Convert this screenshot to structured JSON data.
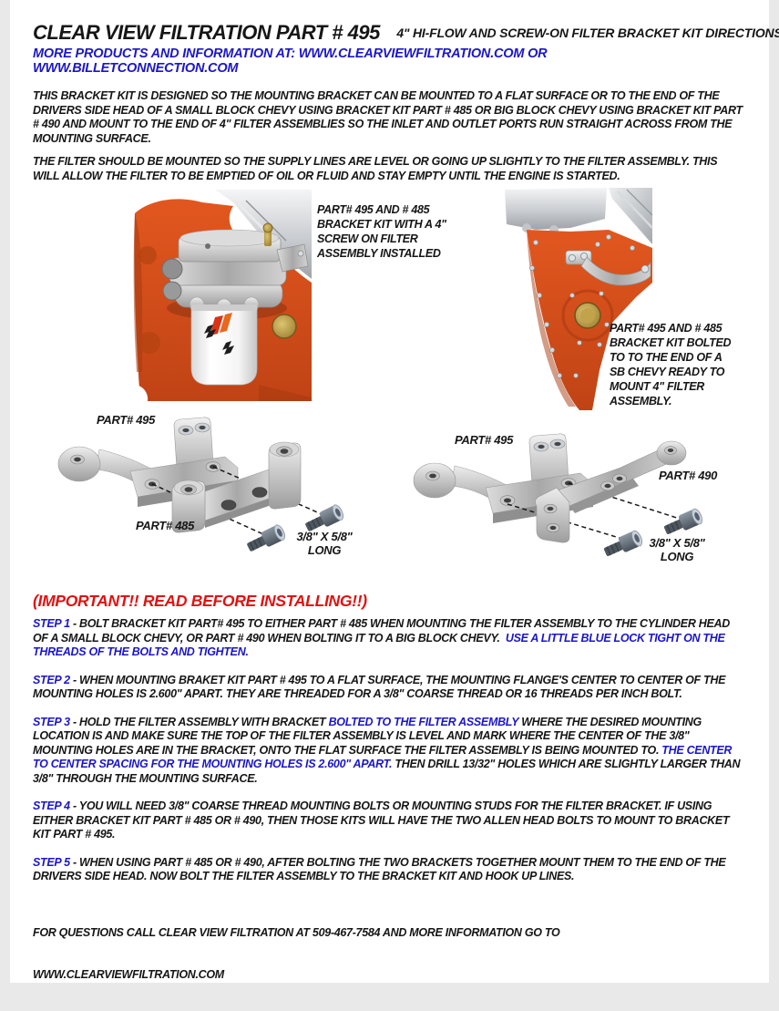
{
  "colors": {
    "blue": "#1b16c9",
    "red": "#df1212",
    "black": "#161616"
  },
  "header": {
    "title": "CLEAR VIEW FILTRATION PART # 495",
    "subtitle": "4\" HI-FLOW AND SCREW-ON FILTER BRACKET KIT DIRECTIONS",
    "promo": "MORE PRODUCTS AND INFORMATION AT: WWW.CLEARVIEWFILTRATION.COM OR WWW.BILLETCONNECTION.COM"
  },
  "intro": {
    "para1": "THIS BRACKET KIT IS DESIGNED SO THE MOUNTING BRACKET CAN BE MOUNTED TO A FLAT SURFACE OR TO THE END OF THE DRIVERS SIDE HEAD OF A SMALL BLOCK CHEVY USING BRACKET KIT PART # 485 OR BIG BLOCK CHEVY USING BRACKET KIT PART # 490 AND MOUNT TO THE END OF 4\" FILTER ASSEMBLIES SO THE INLET AND OUTLET PORTS RUN STRAIGHT ACROSS FROM THE MOUNTING SURFACE.",
    "para2": "THE FILTER SHOULD BE MOUNTED SO THE SUPPLY LINES ARE LEVEL OR GOING UP SLIGHTLY TO THE FILTER ASSEMBLY. THIS WILL ALLOW THE FILTER TO BE EMPTIED OF OIL OR FLUID AND STAY EMPTY UNTIL THE ENGINE IS STARTED."
  },
  "photos": {
    "caption1": "PART# 495 AND # 485 BRACKET KIT WITH A 4\" SCREW ON FILTER ASSEMBLY INSTALLED",
    "caption2": "PART# 495 AND # 485 BRACKET KIT BOLTED TO TO THE END OF A SB CHEVY READY TO MOUNT 4\" FILTER ASSEMBLY."
  },
  "diagrams": {
    "left": {
      "part_top": "PART# 495",
      "part_bottom": "PART# 485",
      "bolt_size": "3/8\" X 5/8\"",
      "bolt_size2": "LONG"
    },
    "right": {
      "part_top": "PART# 495",
      "part_side": "PART# 490",
      "bolt_size": "3/8\" X 5/8\"",
      "bolt_size2": "LONG"
    }
  },
  "important": "(IMPORTANT!! READ BEFORE INSTALLING!!)",
  "steps": [
    {
      "segments": [
        {
          "t": "STEP 1 ",
          "c": "blue"
        },
        {
          "t": "- BOLT BRACKET KIT PART# 495 TO EITHER PART # 485 WHEN MOUNTING THE FILTER ASSEMBLY TO THE CYLINDER HEAD OF A SMALL BLOCK CHEVY, OR PART # 490 WHEN BOLTING IT TO A BIG BLOCK CHEVY.  ",
          "c": "black"
        },
        {
          "t": "USE A LITTLE BLUE LOCK TIGHT ON THE THREADS OF THE BOLTS AND TIGHTEN.",
          "c": "blue"
        }
      ]
    },
    {
      "segments": [
        {
          "t": "STEP 2 ",
          "c": "blue"
        },
        {
          "t": "- WHEN MOUNTING BRAKET KIT PART # 495 TO A FLAT SURFACE, THE MOUNTING FLANGE'S CENTER TO CENTER OF THE MOUNTING HOLES IS 2.600\" APART. THEY ARE THREADED FOR A 3/8\" COARSE THREAD OR 16 THREADS PER INCH BOLT.",
          "c": "black"
        }
      ]
    },
    {
      "segments": [
        {
          "t": "STEP 3 ",
          "c": "blue"
        },
        {
          "t": "- HOLD THE FILTER ASSEMBLY WITH BRACKET ",
          "c": "black"
        },
        {
          "t": "BOLTED TO THE FILTER ASSEMBLY",
          "c": "blue"
        },
        {
          "t": " WHERE THE DESIRED MOUNTING LOCATION IS AND MAKE SURE THE TOP OF THE FILTER ASSEMBLY IS LEVEL AND MARK WHERE THE CENTER OF THE 3/8\" MOUNTING HOLES ARE IN THE BRACKET, ONTO THE FLAT SURFACE THE FILTER ASSEMBLY IS BEING MOUNTED TO. ",
          "c": "black"
        },
        {
          "t": "THE CENTER TO CENTER SPACING FOR THE MOUNTING HOLES IS 2.600\" APART.",
          "c": "blue"
        },
        {
          "t": " THEN DRILL 13/32\" HOLES WHICH ARE SLIGHTLY LARGER THAN 3/8\" THROUGH THE MOUNTING SURFACE.",
          "c": "black"
        }
      ]
    },
    {
      "segments": [
        {
          "t": "STEP 4 ",
          "c": "blue"
        },
        {
          "t": "- YOU WILL NEED 3/8\" COARSE THREAD MOUNTING BOLTS OR MOUNTING STUDS FOR THE FILTER BRACKET. IF USING EITHER BRACKET KIT PART # 485 OR # 490, THEN THOSE KITS WILL HAVE THE TWO ALLEN HEAD BOLTS TO MOUNT TO BRACKET KIT PART # 495.",
          "c": "black"
        }
      ]
    },
    {
      "segments": [
        {
          "t": "STEP 5 ",
          "c": "blue"
        },
        {
          "t": "- WHEN USING PART # 485 OR # 490, AFTER BOLTING THE TWO BRACKETS TOGETHER MOUNT THEM TO THE END OF THE DRIVERS SIDE HEAD. NOW BOLT THE FILTER ASSEMBLY TO THE BRACKET KIT AND HOOK UP LINES.",
          "c": "black"
        }
      ]
    }
  ],
  "footer": {
    "line1": "FOR QUESTIONS CALL CLEAR VIEW FILTRATION AT 509-467-7584 AND MORE INFORMATION GO TO",
    "line2": "WWW.CLEARVIEWFILTRATION.COM"
  }
}
